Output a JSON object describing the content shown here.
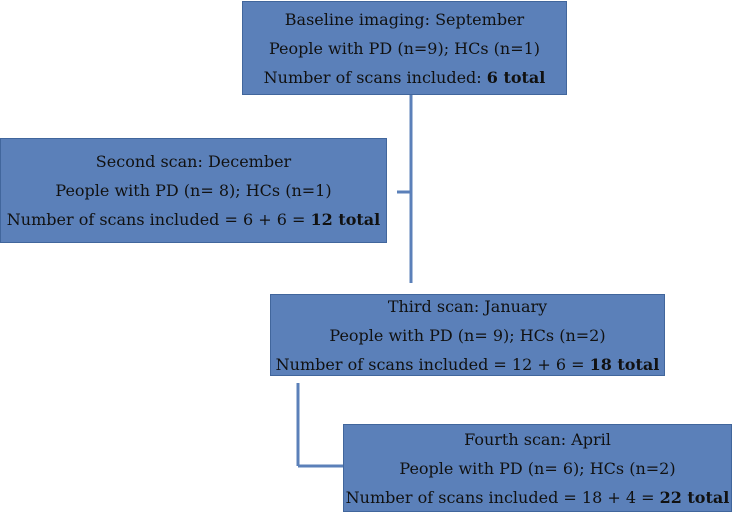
{
  "boxes": [
    {
      "title": "Baseline imaging: September",
      "participants": "People with PD (n=9); HCs (n=1)",
      "scans_prefix": "Number of scans included: ",
      "scans_total": "6 total"
    },
    {
      "title": "Second scan: December",
      "participants": "People with PD (n= 8); HCs (n=1)",
      "scans_prefix": "Number of scans included = 6 + 6 = ",
      "scans_total": "12 total"
    },
    {
      "title": "Third scan: January",
      "participants": "People with PD (n= 9); HCs (n=2)",
      "scans_prefix": "Number of scans included = 12 + 6 = ",
      "scans_total": "18 total"
    },
    {
      "title": "Fourth scan: April",
      "participants": "People with PD (n= 6); HCs (n=2)",
      "scans_prefix": "Number of scans included = 18 + 4 = ",
      "scans_total": "22 total"
    }
  ],
  "colors": {
    "box_fill": "#5b80b9",
    "connector": "#5b80b9"
  }
}
